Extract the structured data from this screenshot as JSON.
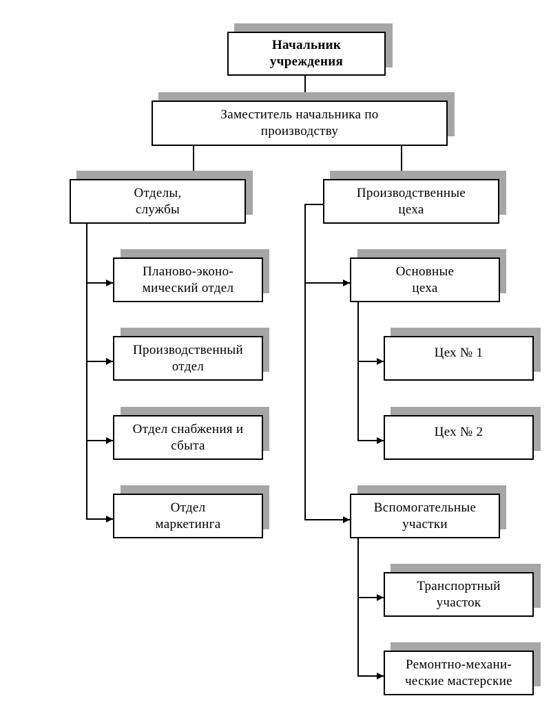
{
  "nodes": {
    "head": "Начальник\nучреждения",
    "deputy": "Заместитель  начальника  по\nпроизводству",
    "departments": "Отделы,\nслужбы",
    "production_shops": "Производственные\nцеха",
    "planning": "Планово-эконо-\nмический  отдел",
    "production_dept": "Производственный\nотдел",
    "supply": "Отдел  снабжения  и\nсбыта",
    "marketing": "Отдел\nмаркетинга",
    "main_shops": "Основные\nцеха",
    "shop1": "Цех  №  1",
    "shop2": "Цех  №  2",
    "auxiliary": "Вспомогательные\nучастки",
    "transport": "Транспортный\nучасток",
    "repair": "Ремонтно-механи-\nческие  мастерские"
  },
  "colors": {
    "line": "#000000",
    "shadow": "#a6a6a6",
    "box": "#ffffff"
  }
}
